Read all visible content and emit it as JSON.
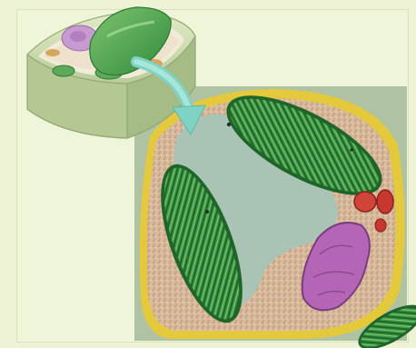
{
  "figure": {
    "kind": "illustration",
    "subject_icon": "plant-cell-diagram",
    "micrograph_icon": "chloroplast-micrograph",
    "arrow_icon": "curved-arrow",
    "colors": {
      "background": "#eef3d6",
      "cell_wall": "#c8d8a8",
      "chloroplast": "#3f9a44",
      "chloroplast_dark": "#226b2b",
      "vacuole": "#a9c4b4",
      "nucleus": "#b565b5",
      "cytoplasm": "#d9b79c",
      "membrane": "#e4c93c",
      "mitochondria": "#d0443a",
      "arrow": "#7fd3c4"
    }
  }
}
